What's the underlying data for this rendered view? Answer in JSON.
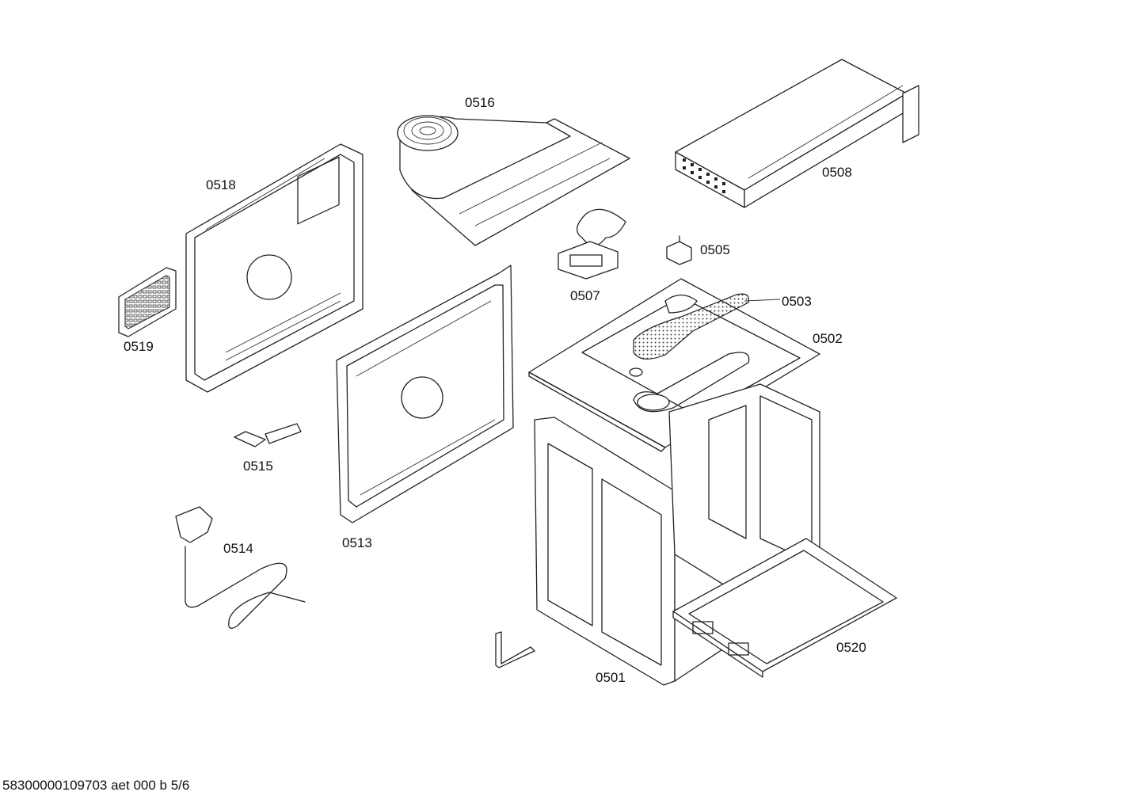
{
  "parts": {
    "p0501": "0501",
    "p0502": "0502",
    "p0503": "0503",
    "p0505": "0505",
    "p0507": "0507",
    "p0508": "0508",
    "p0513": "0513",
    "p0514": "0514",
    "p0515": "0515",
    "p0516": "0516",
    "p0518": "0518",
    "p0519": "0519",
    "p0520": "0520"
  },
  "document_id": "58300000109703 aet 000 b 5/6"
}
